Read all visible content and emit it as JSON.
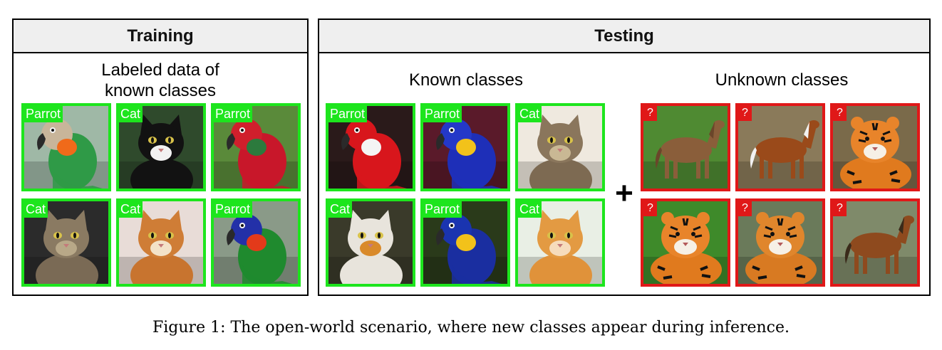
{
  "figure": {
    "training": {
      "header": "Training",
      "label_line1": "Labeled data of",
      "label_line2": "known classes",
      "images": [
        {
          "label": "Parrot",
          "subject": "parrot-icon",
          "bg": "#9fb8a6",
          "body": "#2f9a47",
          "accent": "#f06a1a",
          "head": "#c8b59a"
        },
        {
          "label": "Cat",
          "subject": "cat-icon",
          "bg": "#2f4a2c",
          "body": "#121212",
          "accent": "#f2f2f2",
          "head": "#121212"
        },
        {
          "label": "Parrot",
          "subject": "parrot-icon",
          "bg": "#5a8a3a",
          "body": "#c8172a",
          "accent": "#2c7a3d",
          "head": "#d01f2c"
        },
        {
          "label": "Cat",
          "subject": "cat-icon",
          "bg": "#2b2b2b",
          "body": "#7a6a55",
          "accent": "#b8a888",
          "head": "#8a7a62"
        },
        {
          "label": "Cat",
          "subject": "cat-icon",
          "bg": "#e8dcd7",
          "body": "#c8742f",
          "accent": "#f3e2c8",
          "head": "#cf7d36"
        },
        {
          "label": "Parrot",
          "subject": "parrot-icon",
          "bg": "#8a9a88",
          "body": "#1f8a2e",
          "accent": "#e33a1a",
          "head": "#2330a8"
        }
      ]
    },
    "testing": {
      "header": "Testing",
      "known_label": "Known classes",
      "unknown_label": "Unknown classes",
      "plus": "+",
      "known_images": [
        {
          "label": "Parrot",
          "subject": "parrot-icon",
          "bg": "#2a1a1a",
          "body": "#d8161c",
          "accent": "#f4f4f4",
          "head": "#d8161c"
        },
        {
          "label": "Parrot",
          "subject": "parrot-icon",
          "bg": "#5a1a2a",
          "body": "#1e2fb8",
          "accent": "#f2c21a",
          "head": "#2438c8"
        },
        {
          "label": "Cat",
          "subject": "cat-icon",
          "bg": "#efe9df",
          "body": "#7d6a52",
          "accent": "#c9b894",
          "head": "#8a765c"
        },
        {
          "label": "Cat",
          "subject": "cat-icon",
          "bg": "#3a3a2a",
          "body": "#e8e4dc",
          "accent": "#d98a2a",
          "head": "#e8e4dc"
        },
        {
          "label": "Parrot",
          "subject": "parrot-icon",
          "bg": "#2a3a1a",
          "body": "#1a2ea0",
          "accent": "#f2c21a",
          "head": "#1a34b0"
        },
        {
          "label": "Cat",
          "subject": "cat-icon",
          "bg": "#e9efe5",
          "body": "#e0923a",
          "accent": "#f6dcbc",
          "head": "#e39a42"
        }
      ],
      "unknown_images": [
        {
          "label": "?",
          "subject": "horse-icon",
          "bg": "#4f8a32",
          "body": "#8a5e3a",
          "accent": "#6a462a",
          "head": "#8a5e3a"
        },
        {
          "label": "?",
          "subject": "horse-icon",
          "bg": "#8a7a5a",
          "body": "#9a4a1a",
          "accent": "#f2f2f2",
          "head": "#9a4a1a"
        },
        {
          "label": "?",
          "subject": "tiger-icon",
          "bg": "#7a6a4a",
          "body": "#e07a1e",
          "accent": "#111111",
          "head": "#e8842a"
        },
        {
          "label": "?",
          "subject": "tiger-icon",
          "bg": "#3e8a2a",
          "body": "#e07a1e",
          "accent": "#111111",
          "head": "#e8842a"
        },
        {
          "label": "?",
          "subject": "tiger-icon",
          "bg": "#6a7a5a",
          "body": "#d87a22",
          "accent": "#111111",
          "head": "#e0862c"
        },
        {
          "label": "?",
          "subject": "horse-icon",
          "bg": "#7f8a6a",
          "body": "#8e4a1e",
          "accent": "#3a2a1a",
          "head": "#8e4a1e"
        }
      ]
    },
    "caption": "Figure 1: The open-world scenario, where new classes appear during inference."
  }
}
